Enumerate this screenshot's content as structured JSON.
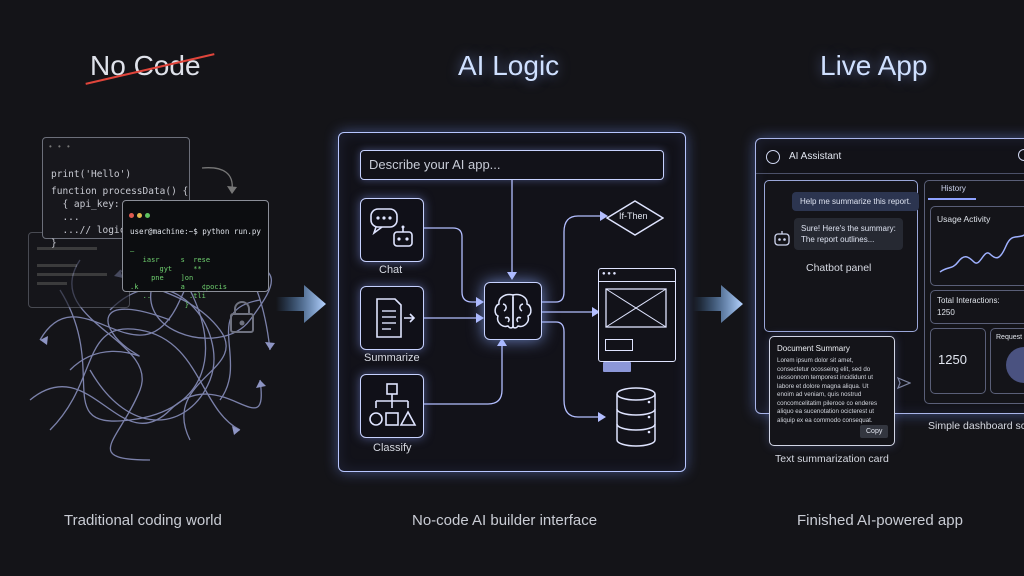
{
  "sections": {
    "left": {
      "title": "No Code",
      "caption": "Traditional coding world"
    },
    "middle": {
      "title": "AI Logic",
      "caption": "No-code AI builder interface"
    },
    "right": {
      "title": "Live App",
      "caption": "Finished AI-powered app"
    }
  },
  "code_editor": {
    "lines": [
      "print('Hello')",
      "",
      "function processData() {",
      "  { api_key: '...' }",
      "  ...",
      "  ...// logic",
      "}"
    ]
  },
  "terminal": {
    "prompt": "user@machine:~$ python run.py",
    "output": [
      "—",
      "   iasr     s  rese",
      "       gyt     **",
      "     pne    ]on",
      ".k          a    ¢pocis",
      "   ..         .tli",
      "             }"
    ]
  },
  "builder": {
    "prompt_placeholder": "Describe your AI app...",
    "nodes": {
      "chat": "Chat",
      "summarize": "Summarize",
      "classify": "Classify"
    },
    "decision": "If-Then"
  },
  "live_app": {
    "header": "AI Assistant",
    "chat": {
      "user_message": "Help me summarize this report.",
      "bot_reply_1": "Sure! Here's the summary:",
      "bot_reply_2": "The report outlines...",
      "label": "Chatbot panel"
    },
    "summary_card": {
      "title": "Document Summary",
      "body": "Lorem ipsum dolor sit amet, consectetur ocosseing elit, sed do uessonnom temporest incididunt ut labore et dolore magna aliqua. Ut enoim ad veniam, quis nostrud concomcelitatim pileroce co enderes aliquo ea sucenotation ocicterest ut aliquip ex ea commodo consequat.",
      "copy_button": "Copy",
      "label": "Text summarization card"
    },
    "dashboard": {
      "tab": "History",
      "usage_title": "Usage Activity",
      "interactions_label": "Total Interactions:",
      "interactions_value": "1250",
      "big_number": "1250",
      "request_label": "Request",
      "label": "Simple dashboard sc"
    }
  },
  "colors": {
    "accent": "#b7c6ff",
    "strike": "#e0453b",
    "background": "#141418"
  }
}
